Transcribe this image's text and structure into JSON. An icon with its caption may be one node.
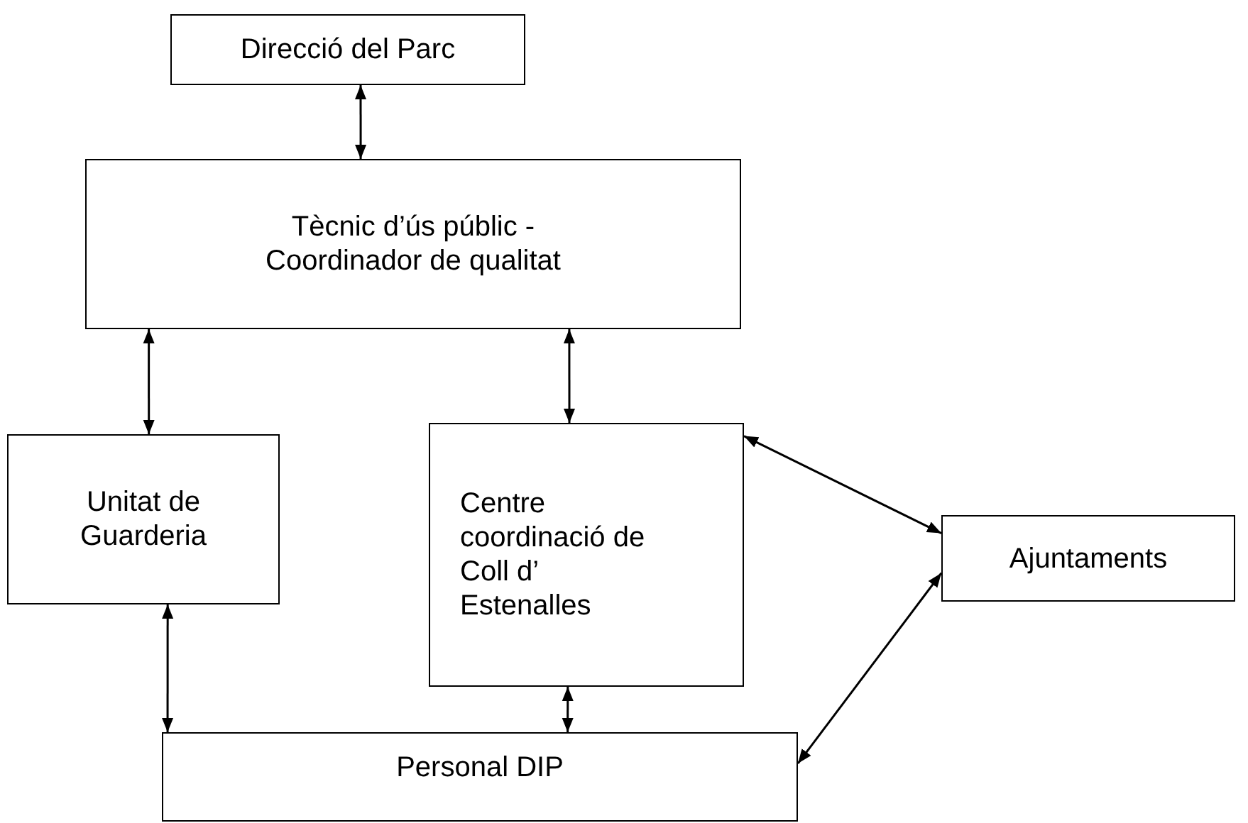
{
  "diagram": {
    "nodes": [
      {
        "text": [
          "Direcció del Parc"
        ]
      },
      {
        "text": [
          "Tècnic d’ús públic - Coordinador de qualitat"
        ]
      },
      {
        "text": [
          "Unitat de Guarderia"
        ]
      },
      {
        "text": [
          "Centre coordinació de Coll d’ Estenalles"
        ]
      },
      {
        "text": [
          "Ajuntaments"
        ]
      },
      {
        "text": [
          "Personal DIP"
        ]
      }
    ],
    "edges": [
      {
        "from": 0,
        "to": 1,
        "arrow": "both"
      },
      {
        "from": 1,
        "to": 2,
        "arrow": "both"
      },
      {
        "from": 1,
        "to": 3,
        "arrow": "both"
      },
      {
        "from": 3,
        "to": 4,
        "arrow": "both"
      },
      {
        "from": 2,
        "to": 5,
        "arrow": "both"
      },
      {
        "from": 3,
        "to": 5,
        "arrow": "both"
      },
      {
        "from": 4,
        "to": 5,
        "arrow": "both"
      }
    ]
  }
}
